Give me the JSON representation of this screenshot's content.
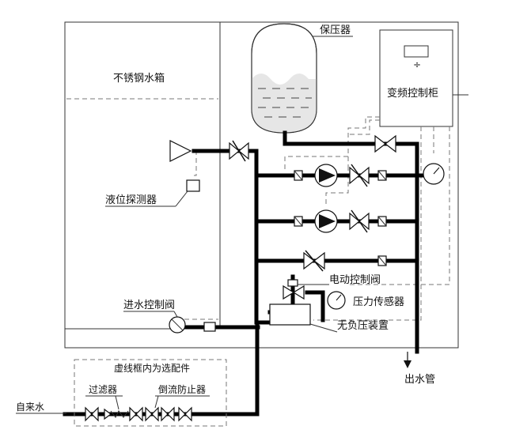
{
  "labels": {
    "tank": "不锈钢水箱",
    "pressure_vessel": "保压器",
    "control_cabinet": "变频控制柜",
    "level_sensor": "液位探测器",
    "electric_valve": "电动控制阀",
    "pressure_sensor": "压力传感器",
    "inlet_valve": "进水控制阀",
    "no_negative_pressure_device": "无负压装置",
    "optional_parts_note": "虚线框内为选配件",
    "filter": "过滤器",
    "backflow_preventer": "倒流防止器",
    "tap_water": "自来水",
    "outlet_pipe": "出水管",
    "cabinet_symbol": "÷"
  }
}
